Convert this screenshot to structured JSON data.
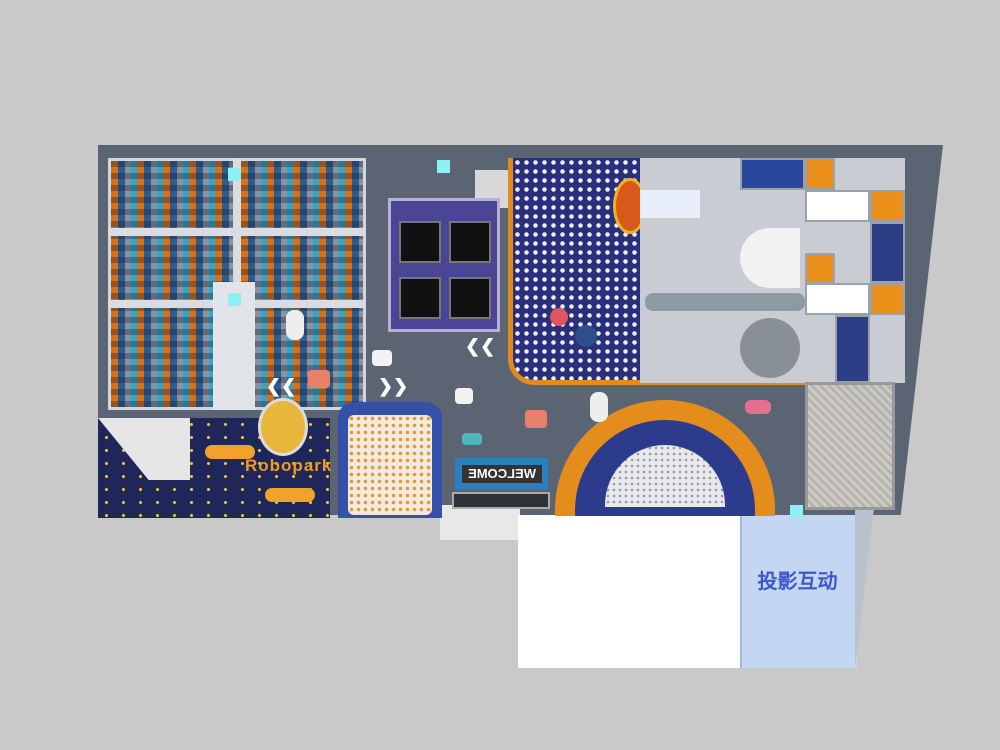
{
  "annex": {
    "label": "投影互动"
  },
  "welcome_sign": {
    "text": "WELCOME"
  },
  "logo": {
    "text": "Robopark"
  },
  "colors": {
    "floor": "#5a6472",
    "accent_orange": "#e58d1c",
    "navy": "#2a2f7a",
    "cyan": "#8ef0f5"
  }
}
